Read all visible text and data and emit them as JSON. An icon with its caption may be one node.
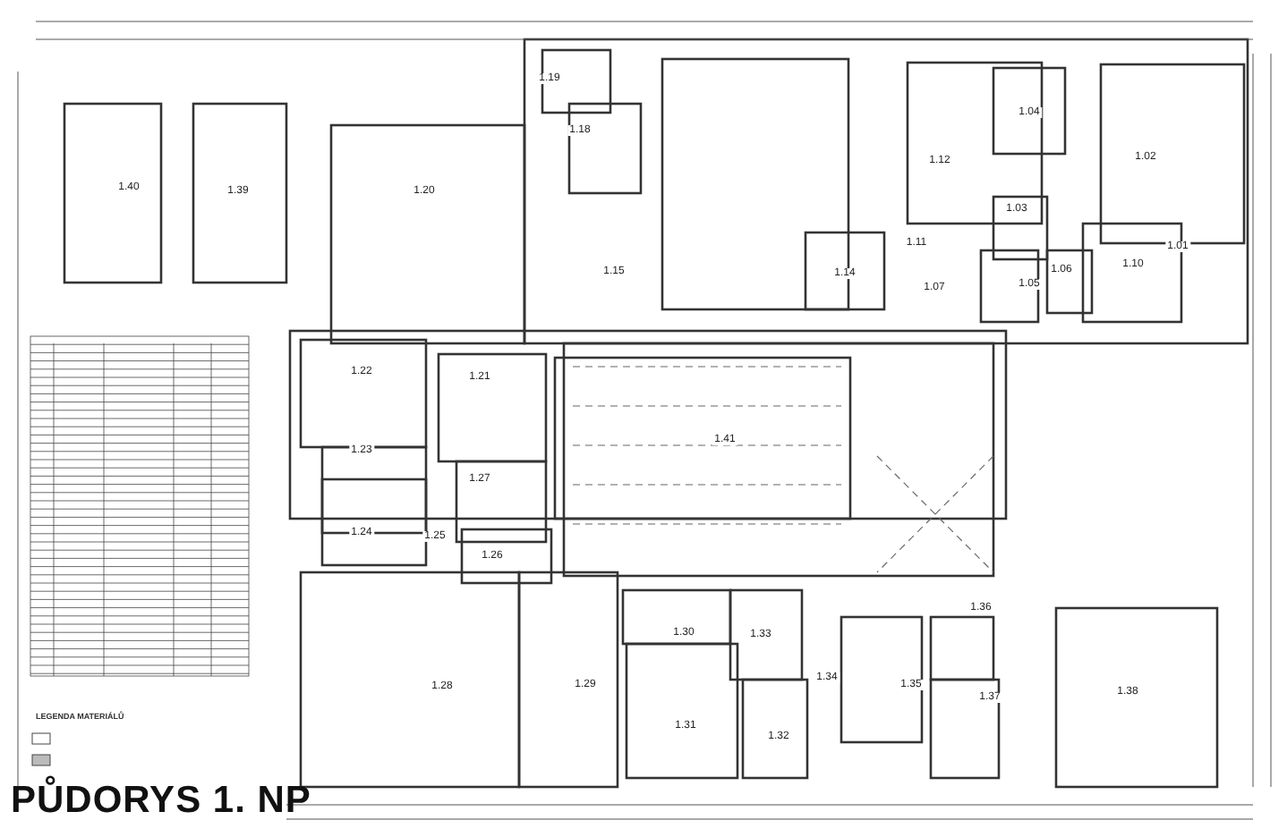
{
  "diagram": {
    "title": "PŮDORYS 1. NP",
    "labels": [
      "1.19",
      "1.18",
      "1.40",
      "1.39",
      "1.20",
      "1.15",
      "1.14",
      "1.12",
      "1.04",
      "1.03",
      "1.02",
      "1.11",
      "1.07",
      "1.05",
      "1.06",
      "1.10",
      "1.01",
      "1.22",
      "1.21",
      "1.23",
      "1.27",
      "1.24",
      "1.25",
      "1.26",
      "1.41",
      "1.30",
      "1.33",
      "1.34",
      "1.35",
      "1.36",
      "1.28",
      "1.29",
      "1.31",
      "1.32",
      "1.37",
      "1.38",
      "LEGENDA MATERIÁLŮ"
    ]
  }
}
